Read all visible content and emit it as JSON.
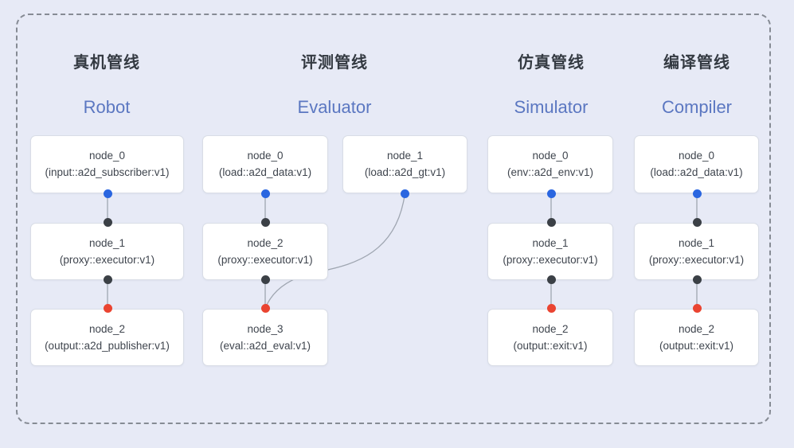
{
  "colors": {
    "background": "#e7eaf6",
    "frame_border": "#868b94",
    "edge_line": "#9fa6b1",
    "header_cn": "#343a42",
    "header_en": "#5b77c1",
    "box_bg": "#ffffff",
    "box_border": "#d9dde6",
    "box_text": "#3f454e",
    "blue_dot": "#2a66e0",
    "dark_dot": "#3b4046",
    "red_dot": "#ea4431"
  },
  "pipelines": [
    {
      "title_cn": "真机管线",
      "title_en": "Robot",
      "nodes": [
        {
          "name": "node_0",
          "type": "(input::a2d_subscriber:v1)"
        },
        {
          "name": "node_1",
          "type": "(proxy::executor:v1)"
        },
        {
          "name": "node_2",
          "type": "(output::a2d_publisher:v1)"
        }
      ]
    },
    {
      "title_cn": "评测管线",
      "title_en": "Evaluator",
      "nodes": [
        {
          "name": "node_0",
          "type": "(load::a2d_data:v1)"
        },
        {
          "name": "node_1",
          "type": "(load::a2d_gt:v1)"
        },
        {
          "name": "node_2",
          "type": "(proxy::executor:v1)"
        },
        {
          "name": "node_3",
          "type": "(eval::a2d_eval:v1)"
        }
      ]
    },
    {
      "title_cn": "仿真管线",
      "title_en": "Simulator",
      "nodes": [
        {
          "name": "node_0",
          "type": "(env::a2d_env:v1)"
        },
        {
          "name": "node_1",
          "type": "(proxy::executor:v1)"
        },
        {
          "name": "node_2",
          "type": "(output::exit:v1)"
        }
      ]
    },
    {
      "title_cn": "编译管线",
      "title_en": "Compiler",
      "nodes": [
        {
          "name": "node_0",
          "type": "(load::a2d_data:v1)"
        },
        {
          "name": "node_1",
          "type": "(proxy::executor:v1)"
        },
        {
          "name": "node_2",
          "type": "(output::exit:v1)"
        }
      ]
    }
  ]
}
